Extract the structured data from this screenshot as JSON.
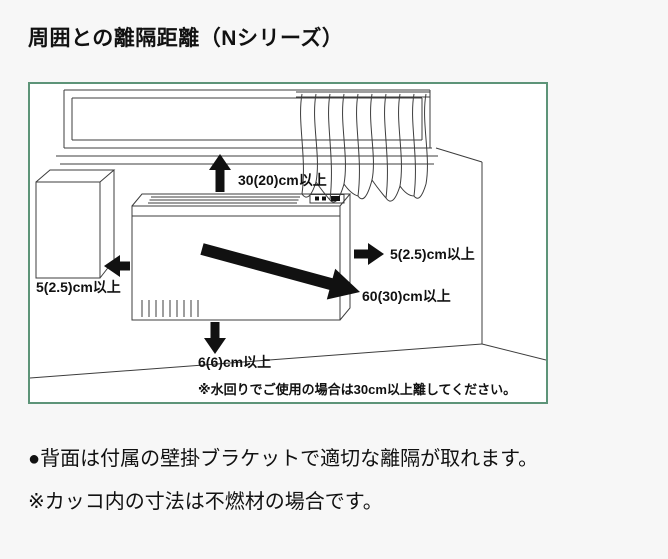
{
  "page": {
    "title": "周囲との離隔距離（Nシリーズ）",
    "note_back": "●背面は付属の壁掛ブラケットで適切な離隔が取れます。",
    "note_paren": "※カッコ内の寸法は不燃材の場合です。"
  },
  "diagram": {
    "border_color": "#5d9478",
    "line_color": "#3c3c3c",
    "arrow_color": "#111111",
    "labels": {
      "top": "30(20)cm以上",
      "right": "5(2.5)cm以上",
      "left": "5(2.5)cm以上",
      "front": "60(30)cm以上",
      "bottom": "6(6)cm以上",
      "water_note": "※水回りでご使用の場合は30cm以上離してください。"
    }
  }
}
